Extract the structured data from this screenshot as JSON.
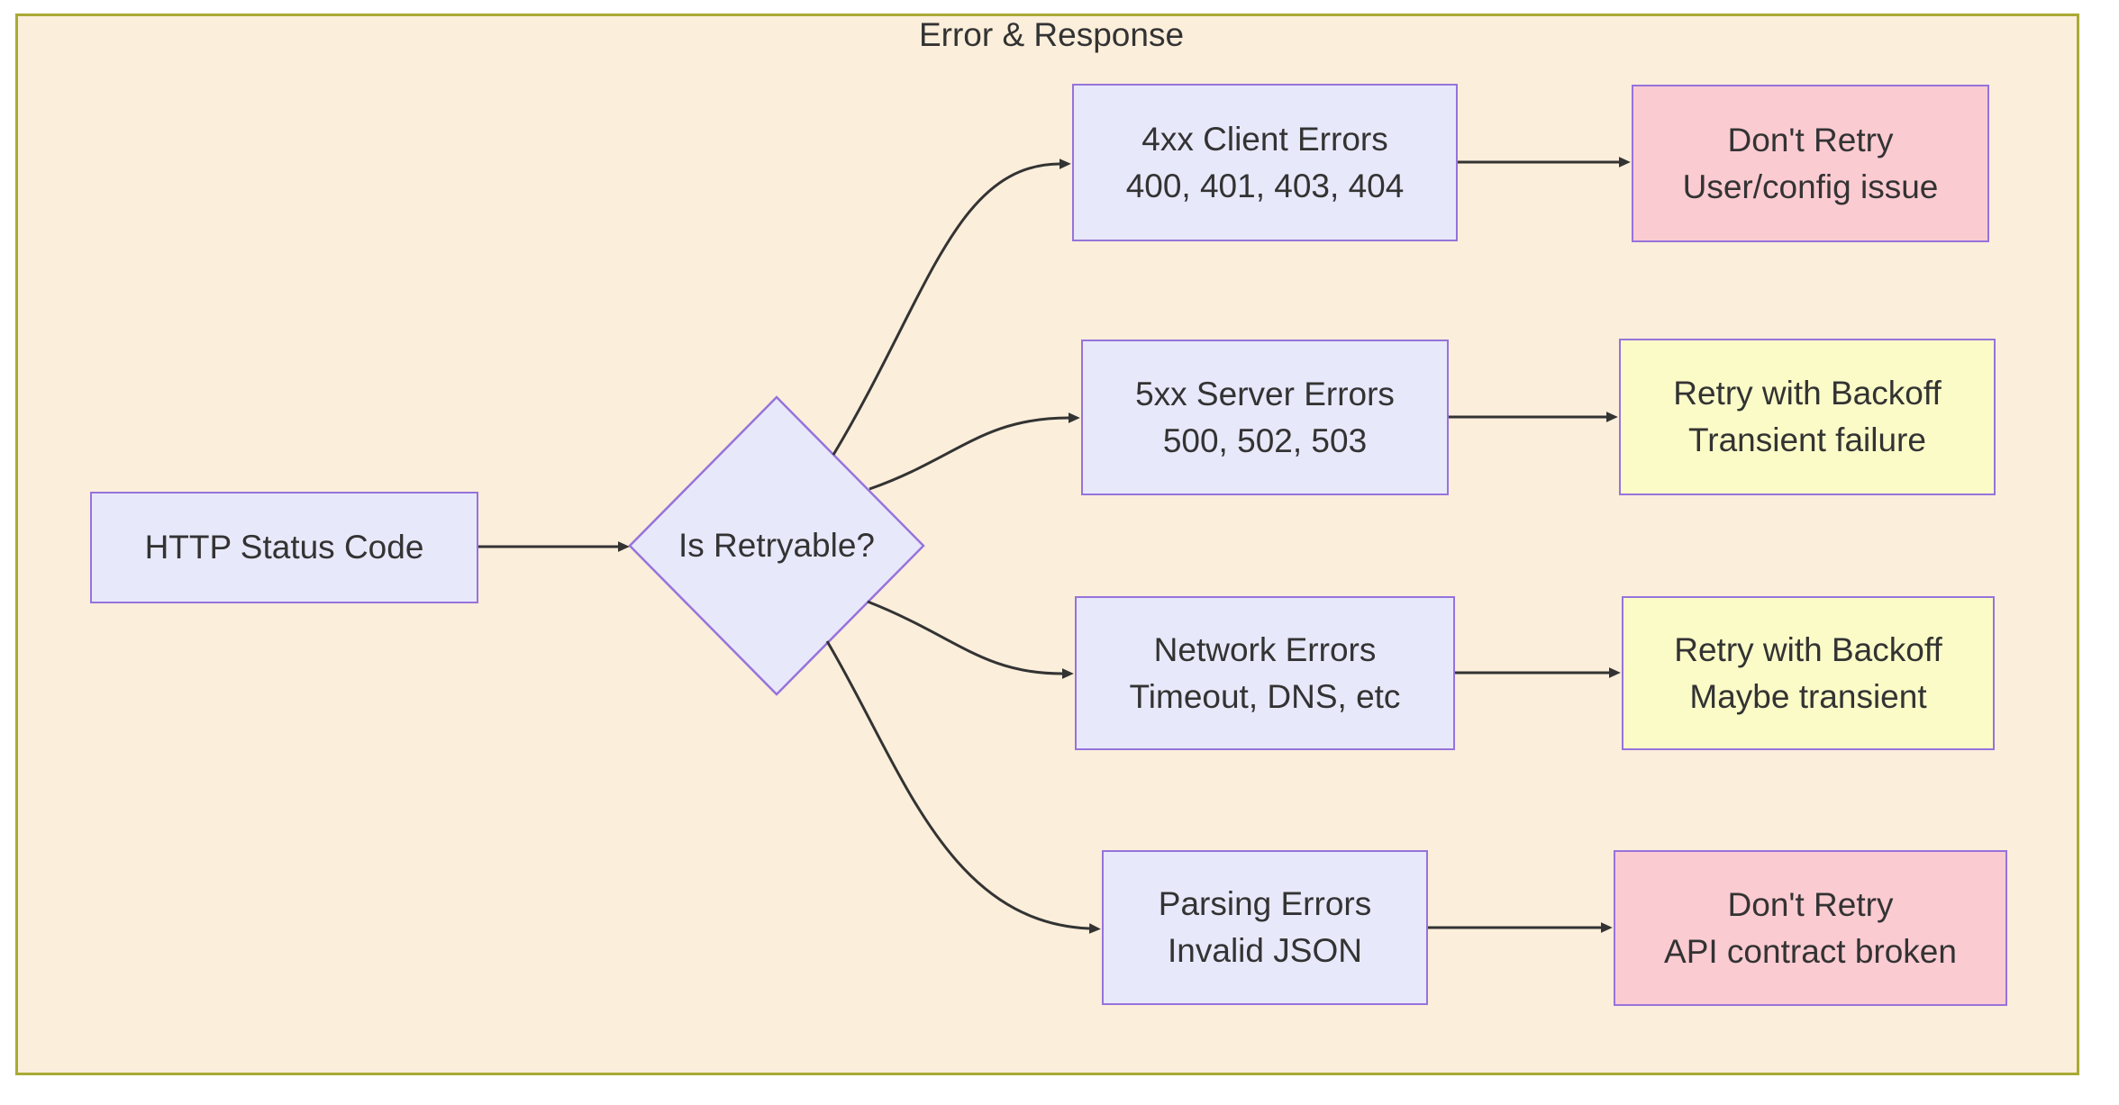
{
  "diagram": {
    "title": "Error & Response",
    "nodes": {
      "http_status": {
        "label": "HTTP Status Code"
      },
      "is_retryable": {
        "label": "Is Retryable?"
      },
      "client_4xx": {
        "line1": "4xx Client Errors",
        "line2": "400, 401, 403, 404"
      },
      "server_5xx": {
        "line1": "5xx Server Errors",
        "line2": "500, 502, 503"
      },
      "network": {
        "line1": "Network Errors",
        "line2": "Timeout, DNS, etc"
      },
      "parsing": {
        "line1": "Parsing Errors",
        "line2": "Invalid JSON"
      },
      "outcome_4xx": {
        "line1": "Don't Retry",
        "line2": "User/config issue"
      },
      "outcome_5xx": {
        "line1": "Retry with Backoff",
        "line2": "Transient failure"
      },
      "outcome_network": {
        "line1": "Retry with Backoff",
        "line2": "Maybe transient"
      },
      "outcome_parsing": {
        "line1": "Don't Retry",
        "line2": "API contract broken"
      }
    },
    "edges": [
      {
        "from": "http_status",
        "to": "is_retryable"
      },
      {
        "from": "is_retryable",
        "to": "client_4xx"
      },
      {
        "from": "is_retryable",
        "to": "server_5xx"
      },
      {
        "from": "is_retryable",
        "to": "network"
      },
      {
        "from": "is_retryable",
        "to": "parsing"
      },
      {
        "from": "client_4xx",
        "to": "outcome_4xx"
      },
      {
        "from": "server_5xx",
        "to": "outcome_5xx"
      },
      {
        "from": "network",
        "to": "outcome_network"
      },
      {
        "from": "parsing",
        "to": "outcome_parsing"
      }
    ],
    "colors": {
      "container_fill": "#FBEEDB",
      "container_border": "#A9AA35",
      "node_fill": "#E8E8FB",
      "node_border": "#9673DB",
      "danger_fill": "#FBCBD2",
      "warning_fill": "#FBFBC8",
      "edge": "#333333",
      "text": "#333333"
    }
  }
}
